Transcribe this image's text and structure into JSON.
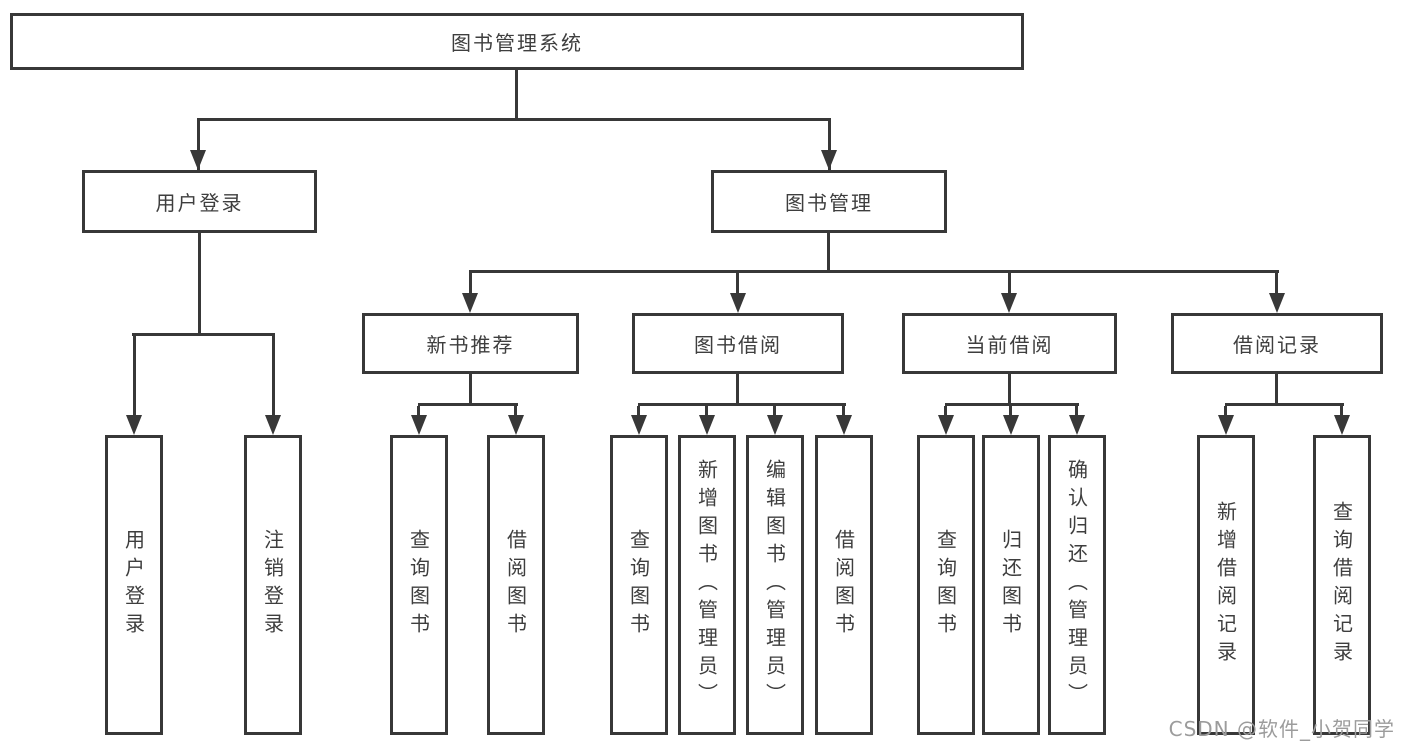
{
  "root": {
    "label": "图书管理系统"
  },
  "login": {
    "label": "用户登录",
    "children": [
      {
        "label": "用户登录"
      },
      {
        "label": "注销登录"
      }
    ]
  },
  "management": {
    "label": "图书管理",
    "sections": [
      {
        "label": "新书推荐",
        "children": [
          {
            "label": "查询图书"
          },
          {
            "label": "借阅图书"
          }
        ]
      },
      {
        "label": "图书借阅",
        "children": [
          {
            "label": "查询图书"
          },
          {
            "label": "新增图书（管理员）"
          },
          {
            "label": "编辑图书（管理员）"
          },
          {
            "label": "借阅图书"
          }
        ]
      },
      {
        "label": "当前借阅",
        "children": [
          {
            "label": "查询图书"
          },
          {
            "label": "归还图书"
          },
          {
            "label": "确认归还（管理员）"
          }
        ]
      },
      {
        "label": "借阅记录",
        "children": [
          {
            "label": "新增借阅记录"
          },
          {
            "label": "查询借阅记录"
          }
        ]
      }
    ]
  },
  "watermark": {
    "label": "CSDN @软件_小贺同学"
  },
  "colors": {
    "line": "#383838",
    "box_border": "#383838",
    "box_fill": "#ffffff",
    "text": "#3e3e3e",
    "watermark": "#9c9c9c",
    "background": "#ffffff"
  }
}
